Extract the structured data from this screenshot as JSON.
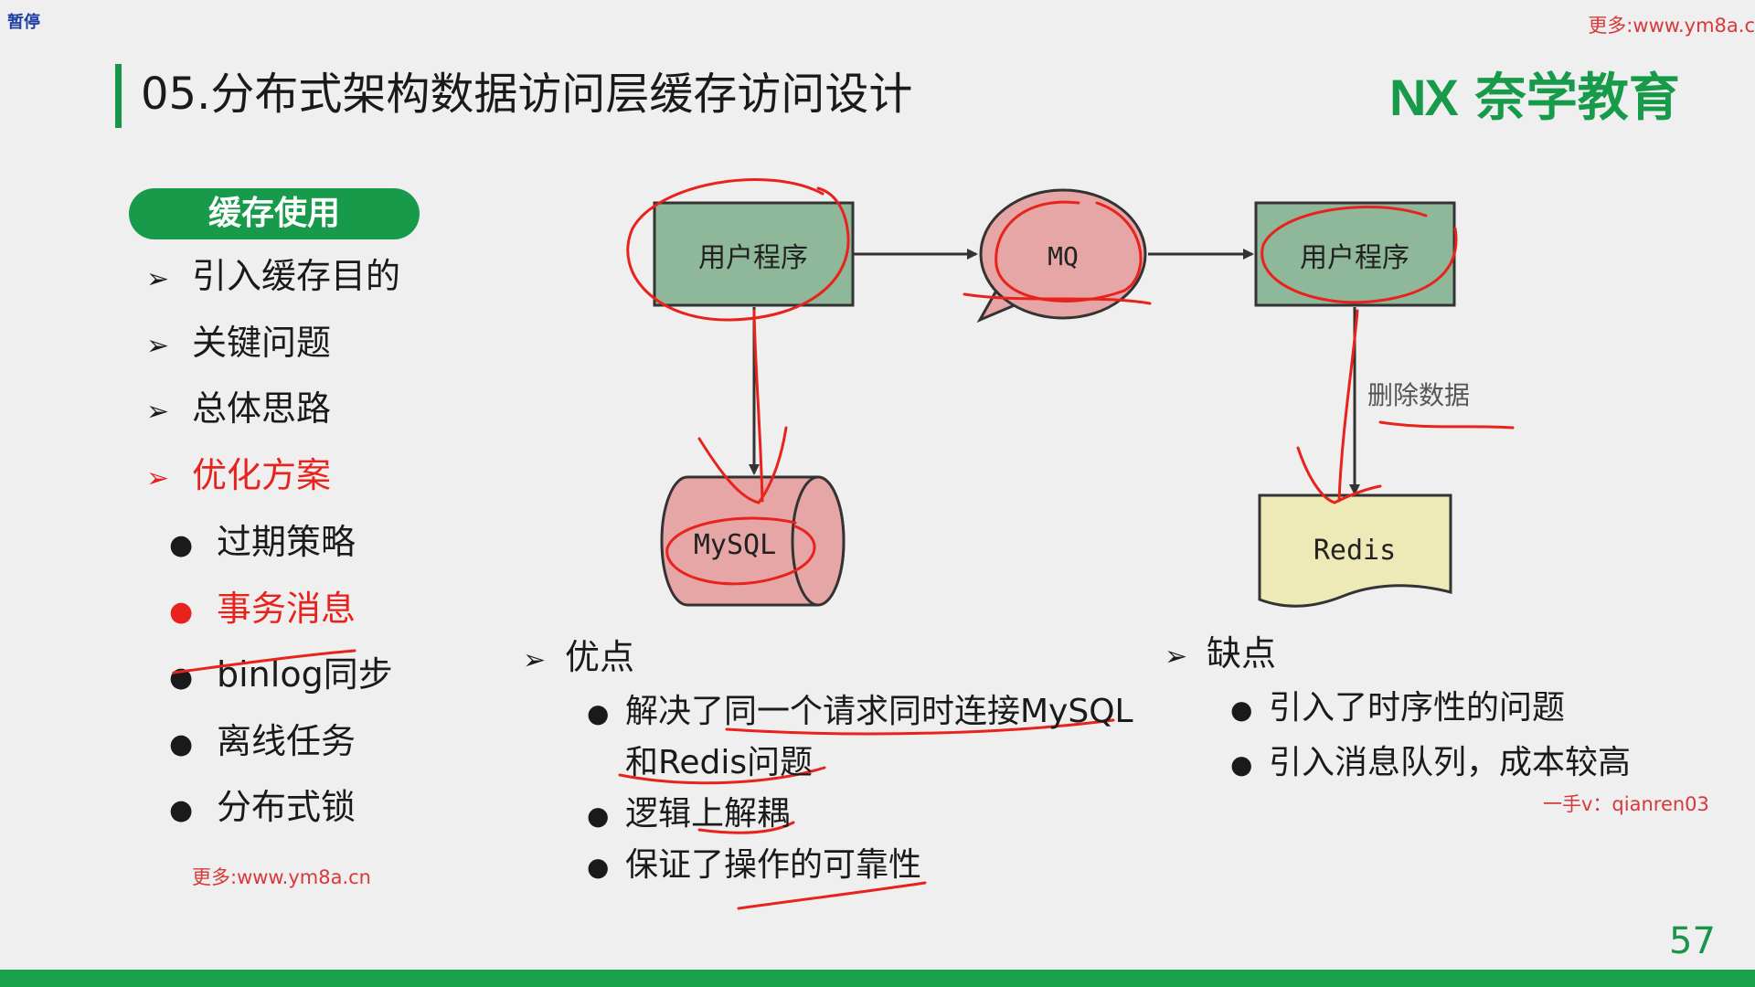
{
  "overlay": {
    "pause": "暂停",
    "watermark_top": "更多:www.ym8a.c",
    "watermark_bottom": "更多:www.ym8a.cn",
    "watermark_contact": "一手v：qianren03"
  },
  "slide": {
    "title": "05.分布式架构数据访问层缓存访问设计",
    "logo_mark": "NX",
    "logo_text": "奈学教育",
    "page_number": "57"
  },
  "sidebar": {
    "badge": "缓存使用",
    "items": [
      {
        "label": "引入缓存目的"
      },
      {
        "label": "关键问题"
      },
      {
        "label": "总体思路"
      },
      {
        "label": "优化方案"
      }
    ],
    "subitems": [
      {
        "label": "过期策略"
      },
      {
        "label": "事务消息"
      },
      {
        "label": "binlog同步"
      },
      {
        "label": "离线任务"
      },
      {
        "label": "分布式锁"
      }
    ]
  },
  "diagram": {
    "app_left": "用户程序",
    "mq": "MQ",
    "app_right": "用户程序",
    "mysql": "MySQL",
    "redis": "Redis",
    "delete_label": "删除数据"
  },
  "pros": {
    "heading": "优点",
    "points": [
      "解决了同一个请求同时连接MySQL",
      "和Redis问题",
      "逻辑上解耦",
      "保证了操作的可靠性"
    ]
  },
  "cons": {
    "heading": "缺点",
    "points": [
      "引入了时序性的问题",
      "引入消息队列，成本较高"
    ]
  },
  "colors": {
    "brand_green": "#179a4a",
    "highlight_red": "#e8221c",
    "watermark_red": "#d9383a",
    "box_green": "#8fb89a",
    "mq_pink": "#e6a6a6",
    "redis_yellow": "#eeeab8"
  }
}
